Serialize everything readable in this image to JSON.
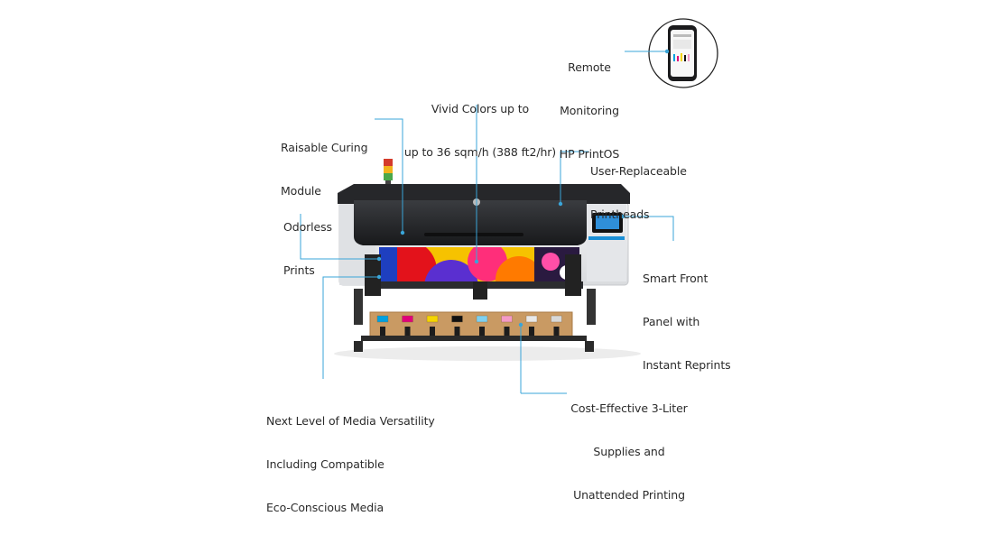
{
  "colors": {
    "callout_line": "#3aa5d8",
    "text": "#2b2b2b",
    "printer_dark": "#1f2023",
    "printer_light": "#e9eaec",
    "accent_blue": "#1a8fd6",
    "ink_box": "#c99a63"
  },
  "callouts": {
    "remote": [
      "Remote",
      "Monitoring",
      "HP PrintOS"
    ],
    "vivid": [
      "Vivid Colors up to",
      "up to 36 sqm/h (388 ft2/hr)"
    ],
    "curing": [
      "Raisable Curing",
      "Module"
    ],
    "printheads": [
      "User-Replaceable",
      "Printheads"
    ],
    "odorless": [
      "Odorless",
      "Prints"
    ],
    "panel": [
      "Smart Front",
      "Panel with",
      "Instant Reprints"
    ],
    "media": [
      "Next Level of Media Versatility",
      "Including Compatible",
      "Eco-Conscious Media"
    ],
    "supplies": [
      "Cost-Effective 3-Liter",
      "Supplies and",
      "Unattended Printing"
    ]
  },
  "icons": {
    "printer": "large-format-printer-image",
    "phone": "smartphone-icon",
    "logo": "hp-logo-icon"
  },
  "ink_cartridges": [
    "#00a0e0",
    "#e0007a",
    "#f5d400",
    "#111111",
    "#7fd0ef",
    "#f49ac6",
    "#e8e8e8",
    "#d8d8d8"
  ]
}
